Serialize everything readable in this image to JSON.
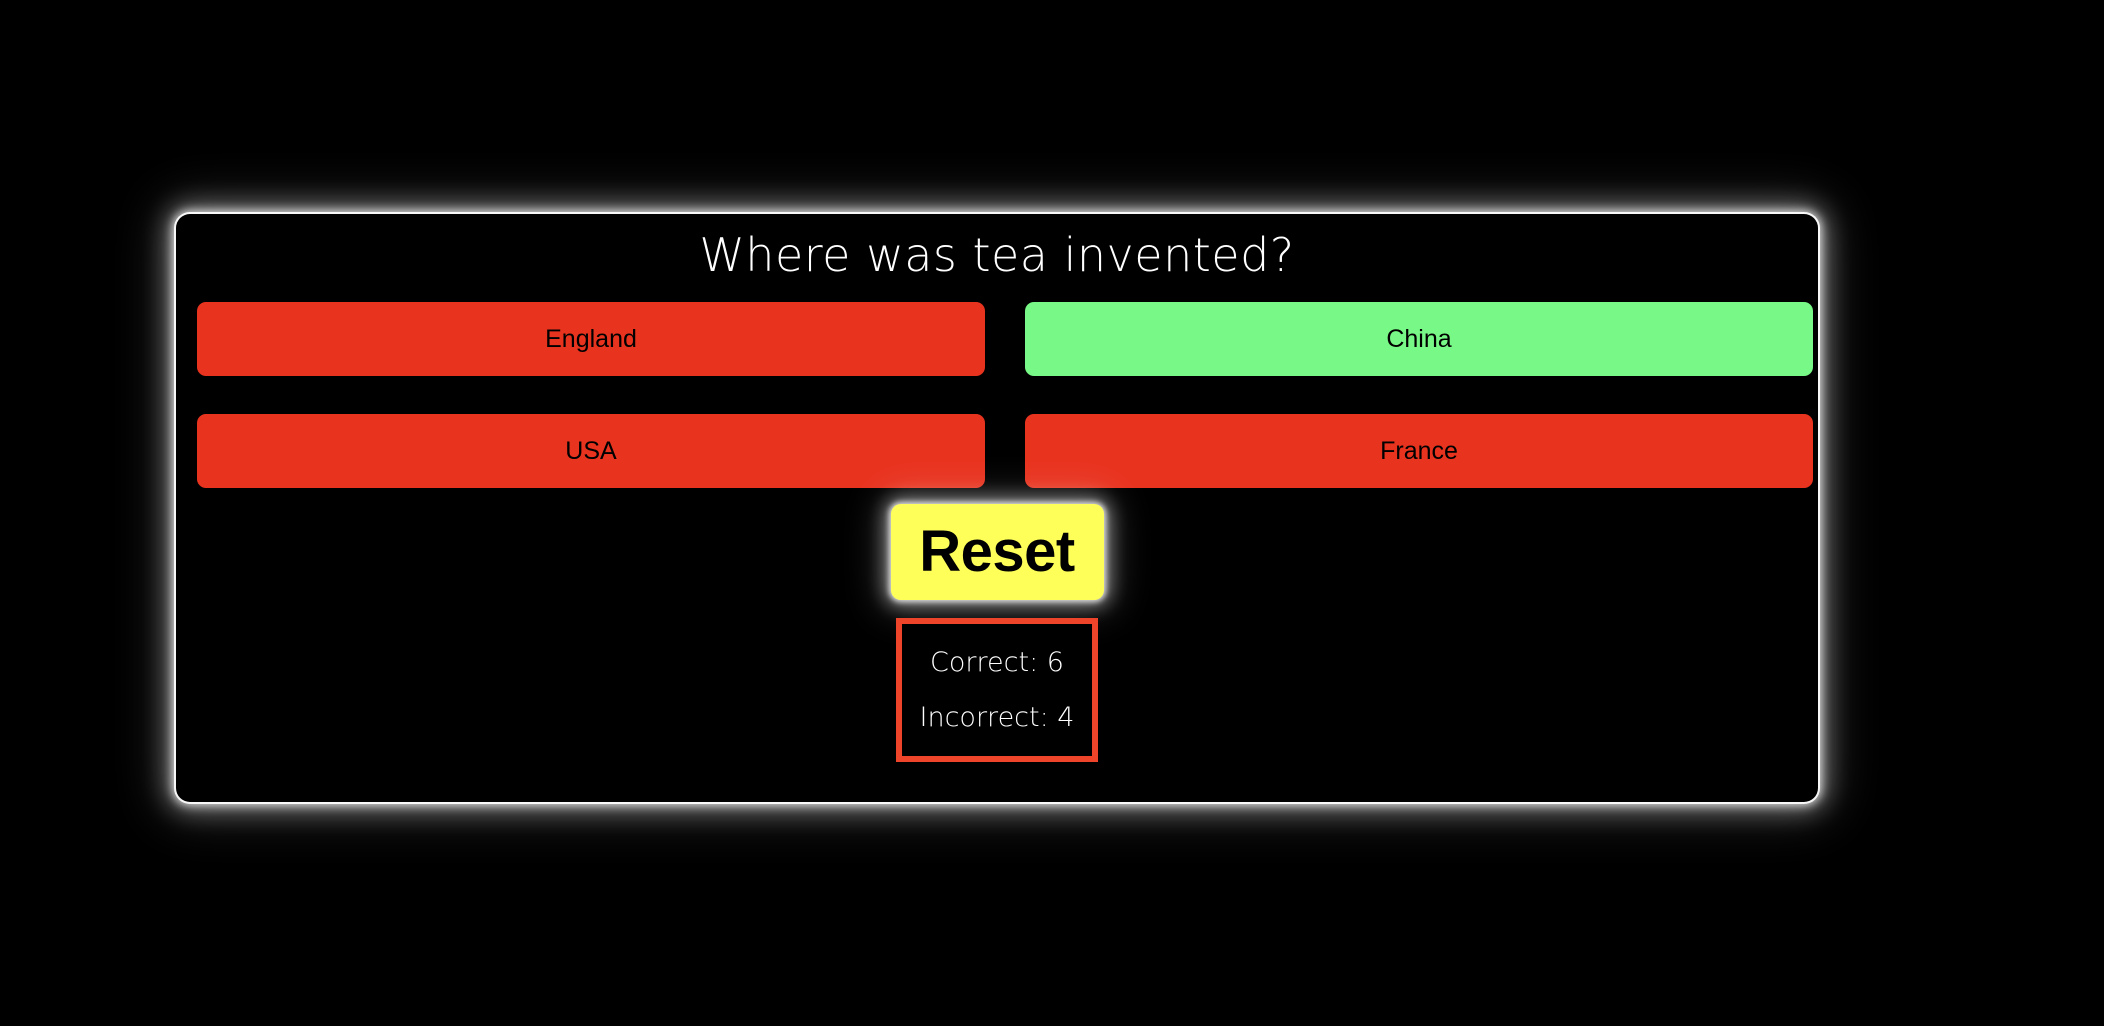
{
  "quiz": {
    "question": "Where was tea invented?",
    "answers": [
      {
        "label": "England",
        "state": "incorrect"
      },
      {
        "label": "China",
        "state": "correct"
      },
      {
        "label": "USA",
        "state": "incorrect"
      },
      {
        "label": "France",
        "state": "incorrect"
      }
    ],
    "reset_label": "Reset",
    "score": {
      "correct_text": "Correct: 6",
      "incorrect_text": "Incorrect: 4",
      "correct_count": 6,
      "incorrect_count": 4
    }
  },
  "colors": {
    "background": "#000000",
    "incorrect": "#e8331f",
    "correct": "#78f987",
    "reset": "#ffff5a",
    "score_border": "#ee4429",
    "text_light": "#ffffff",
    "text_dark": "#000000"
  }
}
